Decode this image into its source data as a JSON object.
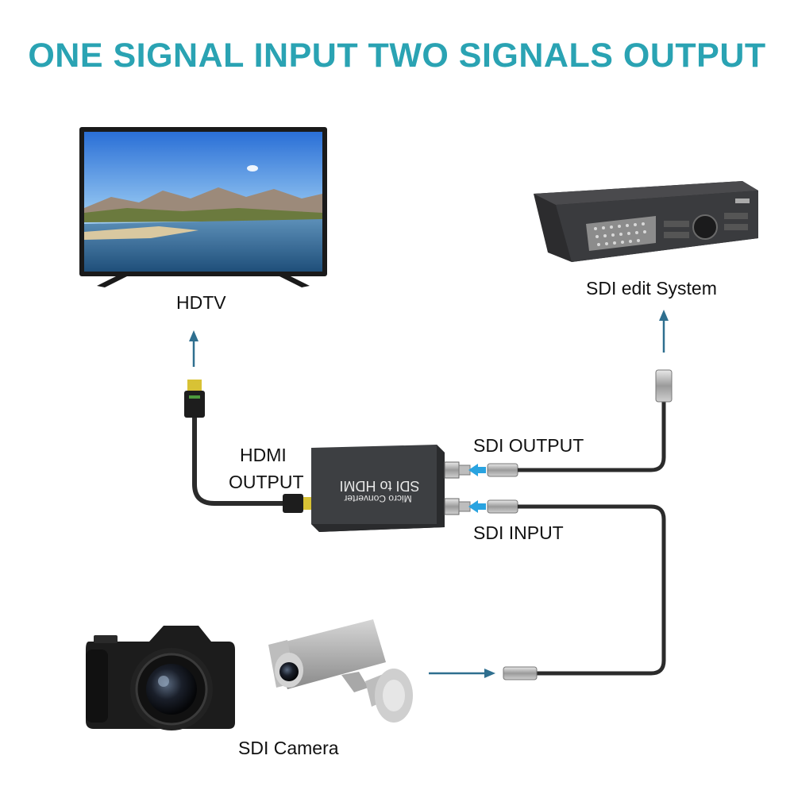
{
  "title": "ONE SIGNAL INPUT TWO SIGNALS OUTPUT",
  "labels": {
    "hdtv": "HDTV",
    "sdi_edit_system": "SDI edit System",
    "hdmi_output_line1": "HDMI",
    "hdmi_output_line2": "OUTPUT",
    "sdi_output": "SDI OUTPUT",
    "sdi_input": "SDI INPUT",
    "sdi_camera": "SDI Camera"
  },
  "converter": {
    "line1": "SDI to HDMI",
    "line2": "Micro Converter"
  },
  "colors": {
    "title": "#2aa3b3",
    "arrow": "#2f6f8f",
    "cable": "#2b2b2b",
    "converter_body": "#3d3f42",
    "hdmi_plug": "#d8c235"
  }
}
